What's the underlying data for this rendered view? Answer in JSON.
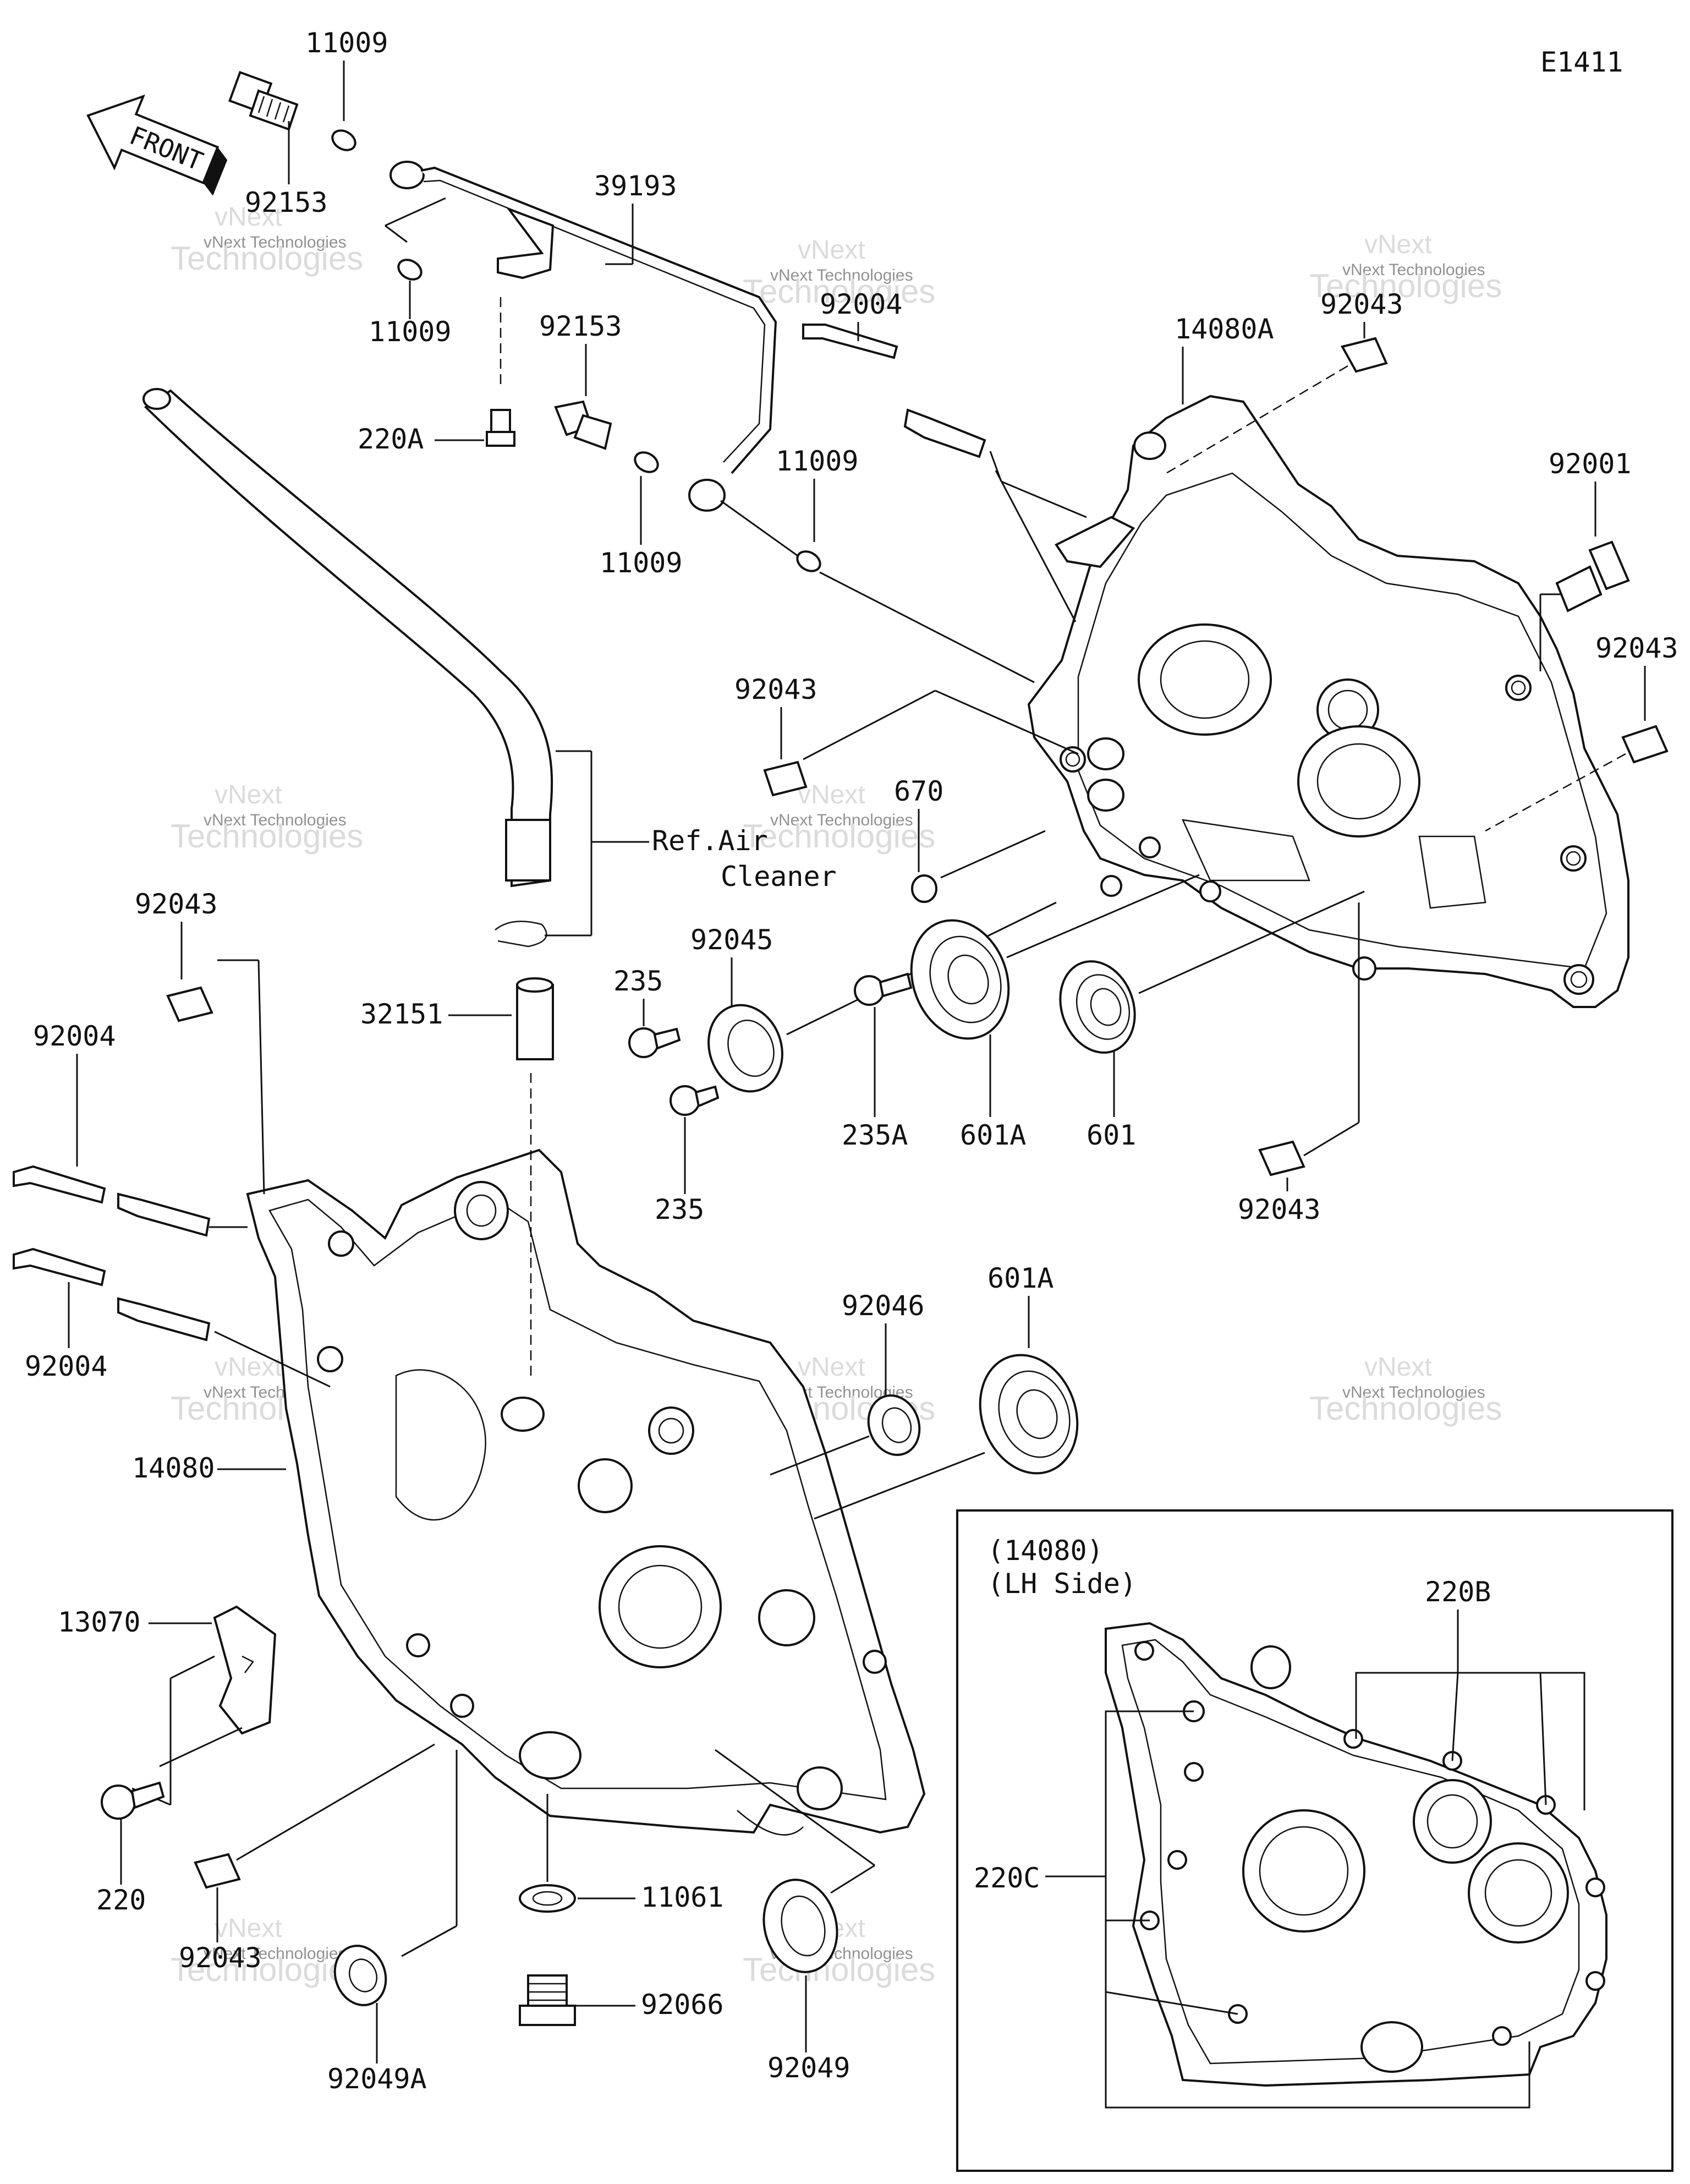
{
  "diagram_code": "E1411",
  "front_label": "FRONT",
  "ref_note": {
    "line1": "Ref.Air",
    "line2": "Cleaner"
  },
  "inset": {
    "line1": "(14080)",
    "line2": "(LH Side)",
    "label_220B": "220B",
    "label_220C": "220C"
  },
  "watermark": {
    "line1": "vNext",
    "line2": "vNext Technologies",
    "line3": "Technologies"
  },
  "parts": {
    "p11009_top": "11009",
    "p92153_top": "92153",
    "p39193": "39193",
    "p11009_b": "11009",
    "p220A": "220A",
    "p92153_mid": "92153",
    "p11009_c": "11009",
    "p11009_d": "11009",
    "p92004_top": "92004",
    "p14080A": "14080A",
    "p92043_top": "92043",
    "p92001": "92001",
    "p92043_right": "92043",
    "p92043_mid": "92043",
    "p670": "670",
    "p92045": "92045",
    "p235_a": "235",
    "p235_b": "235",
    "p235A": "235A",
    "p601A_mid": "601A",
    "p601": "601",
    "p92043_low": "92043",
    "p92043_left": "92043",
    "p32151": "32151",
    "p92004_l1": "92004",
    "p92004_l2": "92004",
    "p92046": "92046",
    "p601A_low": "601A",
    "p14080": "14080",
    "p13070": "13070",
    "p220": "220",
    "p92043_bl": "92043",
    "p92049A": "92049A",
    "p11061": "11061",
    "p92066": "92066",
    "p92049": "92049"
  }
}
